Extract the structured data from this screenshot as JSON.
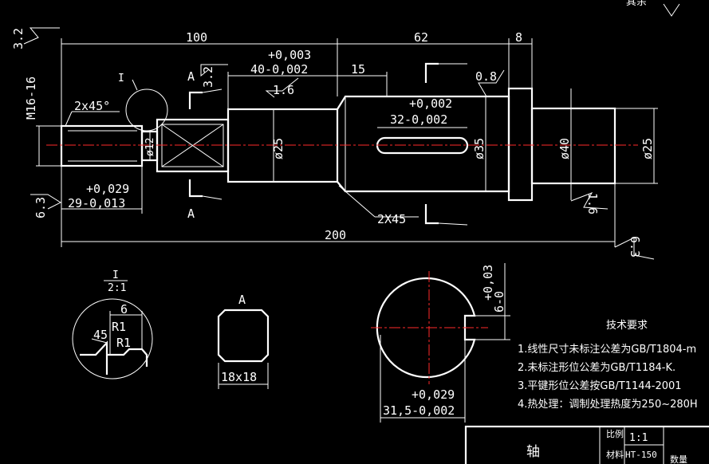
{
  "corner": {
    "label": "其余"
  },
  "dims": {
    "len_100": "100",
    "len_62": "62",
    "len_8": "8",
    "len_15": "15",
    "len_200": "200",
    "tol_003_top": "+0,003",
    "tol_40": "40-0,002",
    "tol_002_top": "+0,002",
    "tol_32": "32-0,002",
    "tol_029_left": "+0,029",
    "tol_29": "29-0,013",
    "thread": "M16-16",
    "chamfer_left": "2x45°",
    "chamfer_mid": "2X45",
    "dia_12": "ø12",
    "dia_25a": "ø25",
    "dia_35": "ø35",
    "dia_40": "ø40",
    "dia_25b": "ø25"
  },
  "roughness": {
    "r_top": "3.2",
    "r_a": "3.2",
    "r_16": "1.6",
    "r_08": "0.8",
    "r_63": "6.3",
    "r_16b": "1.6",
    "r_63b": "6.3"
  },
  "sections": {
    "detail_label": "I",
    "detail_scale": "2:1",
    "detail_6": "6",
    "detail_45": "45",
    "detail_r1a": "R1",
    "detail_r1b": "R1",
    "section_a_top": "A",
    "section_a_bottom": "A",
    "view_a_title": "A",
    "view_a_dim": "18x18",
    "key_tol_top": "+0,03",
    "key_depth": "6-0",
    "key_tol_029": "+0,029",
    "key_width": "31,5-0,002"
  },
  "requirements": {
    "title": "技术要求",
    "items": [
      "1.线性尺寸未标注公差为GB/T1804-m",
      "2.未标注形位公差为GB/T1184-K.",
      "3.平键形位公差按GB/T1144-2001",
      "4.热处理：调制处理热度为250~280H"
    ]
  },
  "title_block": {
    "part_name": "轴",
    "scale_label": "比例",
    "scale_value": "1:1",
    "material_label": "材料",
    "material_value": "HT-150",
    "qty_label": "数量"
  }
}
